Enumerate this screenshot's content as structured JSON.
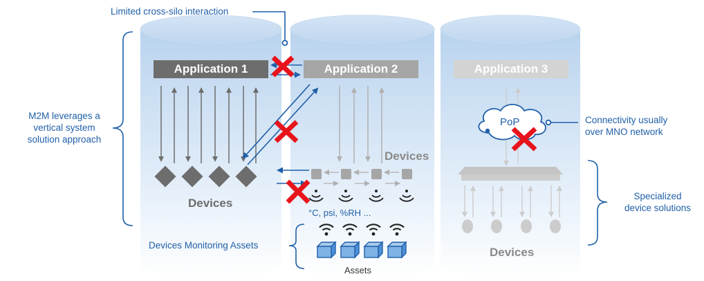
{
  "annotations": {
    "top_left": "Limited cross-silo interaction",
    "left_line1": "M2M leverages a",
    "left_line2": "vertical system",
    "left_line3": "solution approach",
    "monitoring": "Devices Monitoring Assets",
    "right_top_line1": "Connectivity usually",
    "right_top_line2": "over MNO network",
    "right_bottom_line1": "Specialized",
    "right_bottom_line2": "device solutions"
  },
  "silo1": {
    "app": "Application 1",
    "devices": "Devices"
  },
  "silo2": {
    "app": "Application 2",
    "devices": "Devices",
    "units": "°C, psi, %RH ..."
  },
  "silo3": {
    "app": "Application 3",
    "pop": "PoP",
    "devices": "Devices"
  },
  "assets": "Assets",
  "colors": {
    "accent": "#1f5fa8",
    "cross": "#e8141c",
    "app1": "#6d6d6d",
    "app2": "#a6a6a6",
    "app3": "#cfcfcf"
  }
}
